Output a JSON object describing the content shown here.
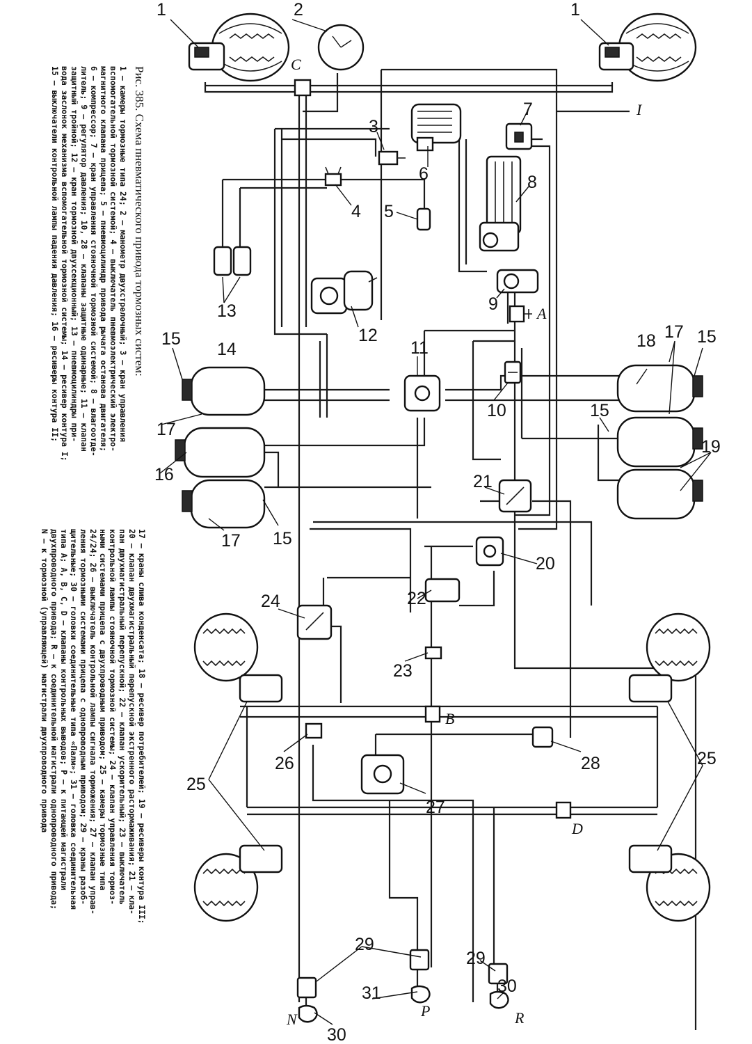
{
  "caption_left": {
    "title": "Рис. 385. Схема пневматического привода тормозных систем:",
    "lines": [
      "1 — камеры тормозные типа 24; 2 — манометр двухстрелочный; 3 — кран управления",
      "вспомогательной тормозной системой; 4 — выключатель пневмоэлектрический электро-",
      "магнитного клапана прицепа; 5 — пневмоцилиндр привода рычага останова двигателя;",
      "6 — компрессор; 7 — кран управления стояночной тормозной системой; 8 — влагоотде-",
      "литель; 9 — регулятор давления; 10, 28 — клапаны защитные одинарные; 11 — клапан",
      "защитный тройной; 12 — кран тормозной двухсекционный; 13 — пневмоцилиндры при-",
      "вода заслонок механизма вспомогательной тормозной системы; 14 — ресивер контура I;",
      "15 — выключатели контрольной лампы падения давления; 16 — ресиверы контура II;"
    ]
  },
  "caption_right": {
    "lines": [
      "17 — краны слива конденсата; 18 — ресивер потребителей; 19 — ресиверы контура III;",
      "20 — клапан двухмагистральный перепускной экстренного растормаживания; 21 — кла-",
      "пан двухмагистральный перепускной; 22 — клапан ускорительный; 23 — выключатель",
      "контрольной лампы стояночной тормозной системы; 24 — клапан управления тормоз-",
      "ными системами прицепа с двухпроводным приводом; 25 — камеры тормозные типа",
      "24/24; 26 — выключатель контрольной лампы сигнала торможения; 27 — клапан управ-",
      "ления тормозными системами прицепа с однопроводным приводом; 29 — краны разоб-",
      "щительные; 30 — головки соединительные типа «Палм»; 31 — головка соединительная",
      "типа А; A, B, C, D — клапаны контрольных выводов; P — к питающей магистрали",
      "двухпроводного привода; R — к соединительной магистрали однопроводного привода;",
      "N — к тормозной (управляющей) магистрали двухпроводного привода"
    ]
  },
  "labels": {
    "n1": "1",
    "n2": "2",
    "n3": "3",
    "n4": "4",
    "n5": "5",
    "n6": "6",
    "n7": "7",
    "n8": "8",
    "n9": "9",
    "n10": "10",
    "n11": "11",
    "n12": "12",
    "n13": "13",
    "n14": "14",
    "n15": "15",
    "n16": "16",
    "n17": "17",
    "n18": "18",
    "n19": "19",
    "n20": "20",
    "n21": "21",
    "n22": "22",
    "n23": "23",
    "n24": "24",
    "n25": "25",
    "n26": "26",
    "n27": "27",
    "n28": "28",
    "n29": "29",
    "n30": "30",
    "n31": "31",
    "roman1": "I",
    "A": "A",
    "B": "B",
    "C": "C",
    "D": "D",
    "N": "N",
    "P": "P",
    "R": "R"
  }
}
